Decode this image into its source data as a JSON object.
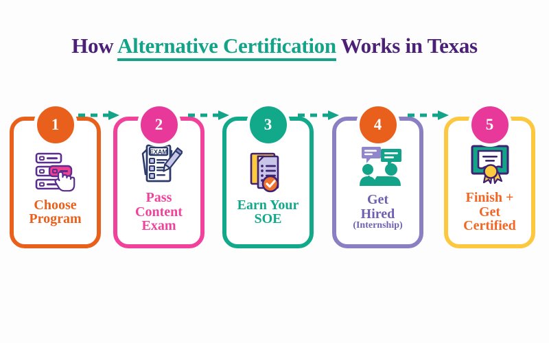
{
  "title": {
    "before": "How ",
    "highlight": "Alternative Certification",
    "after": " Works in Texas",
    "color_primary": "#4b2076",
    "color_highlight": "#13a388"
  },
  "background_color": "#fdfdfd",
  "connector": {
    "color": "#13a388",
    "icon": "dashed-arrow-right-icon",
    "count": 4
  },
  "steps": [
    {
      "number": "1",
      "label": "Choose Program",
      "label_line1": "Choose",
      "label_line2": "Program",
      "sublabel": "",
      "border_color": "#e8601c",
      "badge_color": "#e8601c",
      "text_color": "#e8601c",
      "icon": "select-program-list-cursor-icon"
    },
    {
      "number": "2",
      "label": "Pass Content Exam",
      "label_line1": "Pass",
      "label_line2": "Content",
      "label_line3": "Exam",
      "sublabel": "",
      "border_color": "#f0429b",
      "badge_color": "#e8399a",
      "text_color": "#f0429b",
      "icon": "exam-paper-pencil-icon",
      "icon_text": "EXAM"
    },
    {
      "number": "3",
      "label": "Earn Your SOE",
      "label_line1": "Earn Your",
      "label_line2": "SOE",
      "sublabel": "",
      "border_color": "#12a98b",
      "badge_color": "#12a98b",
      "text_color": "#12a98b",
      "icon": "documents-approved-check-icon"
    },
    {
      "number": "4",
      "label": "Get Hired (Internship)",
      "label_line1": "Get",
      "label_line2": "Hired",
      "sublabel": "(Internship)",
      "border_color": "#8b7fc4",
      "badge_color": "#e8601c",
      "text_color": "#6f5fb0",
      "icon": "interview-two-people-speech-icon"
    },
    {
      "number": "5",
      "label": "Finish + Get Certified",
      "label_line1": "Finish +",
      "label_line2": "Get",
      "label_line3": "Certified",
      "sublabel": "",
      "border_color": "#fbc83f",
      "badge_color": "#e8399a",
      "text_color": "#f26522",
      "icon": "certificate-award-icon"
    }
  ]
}
